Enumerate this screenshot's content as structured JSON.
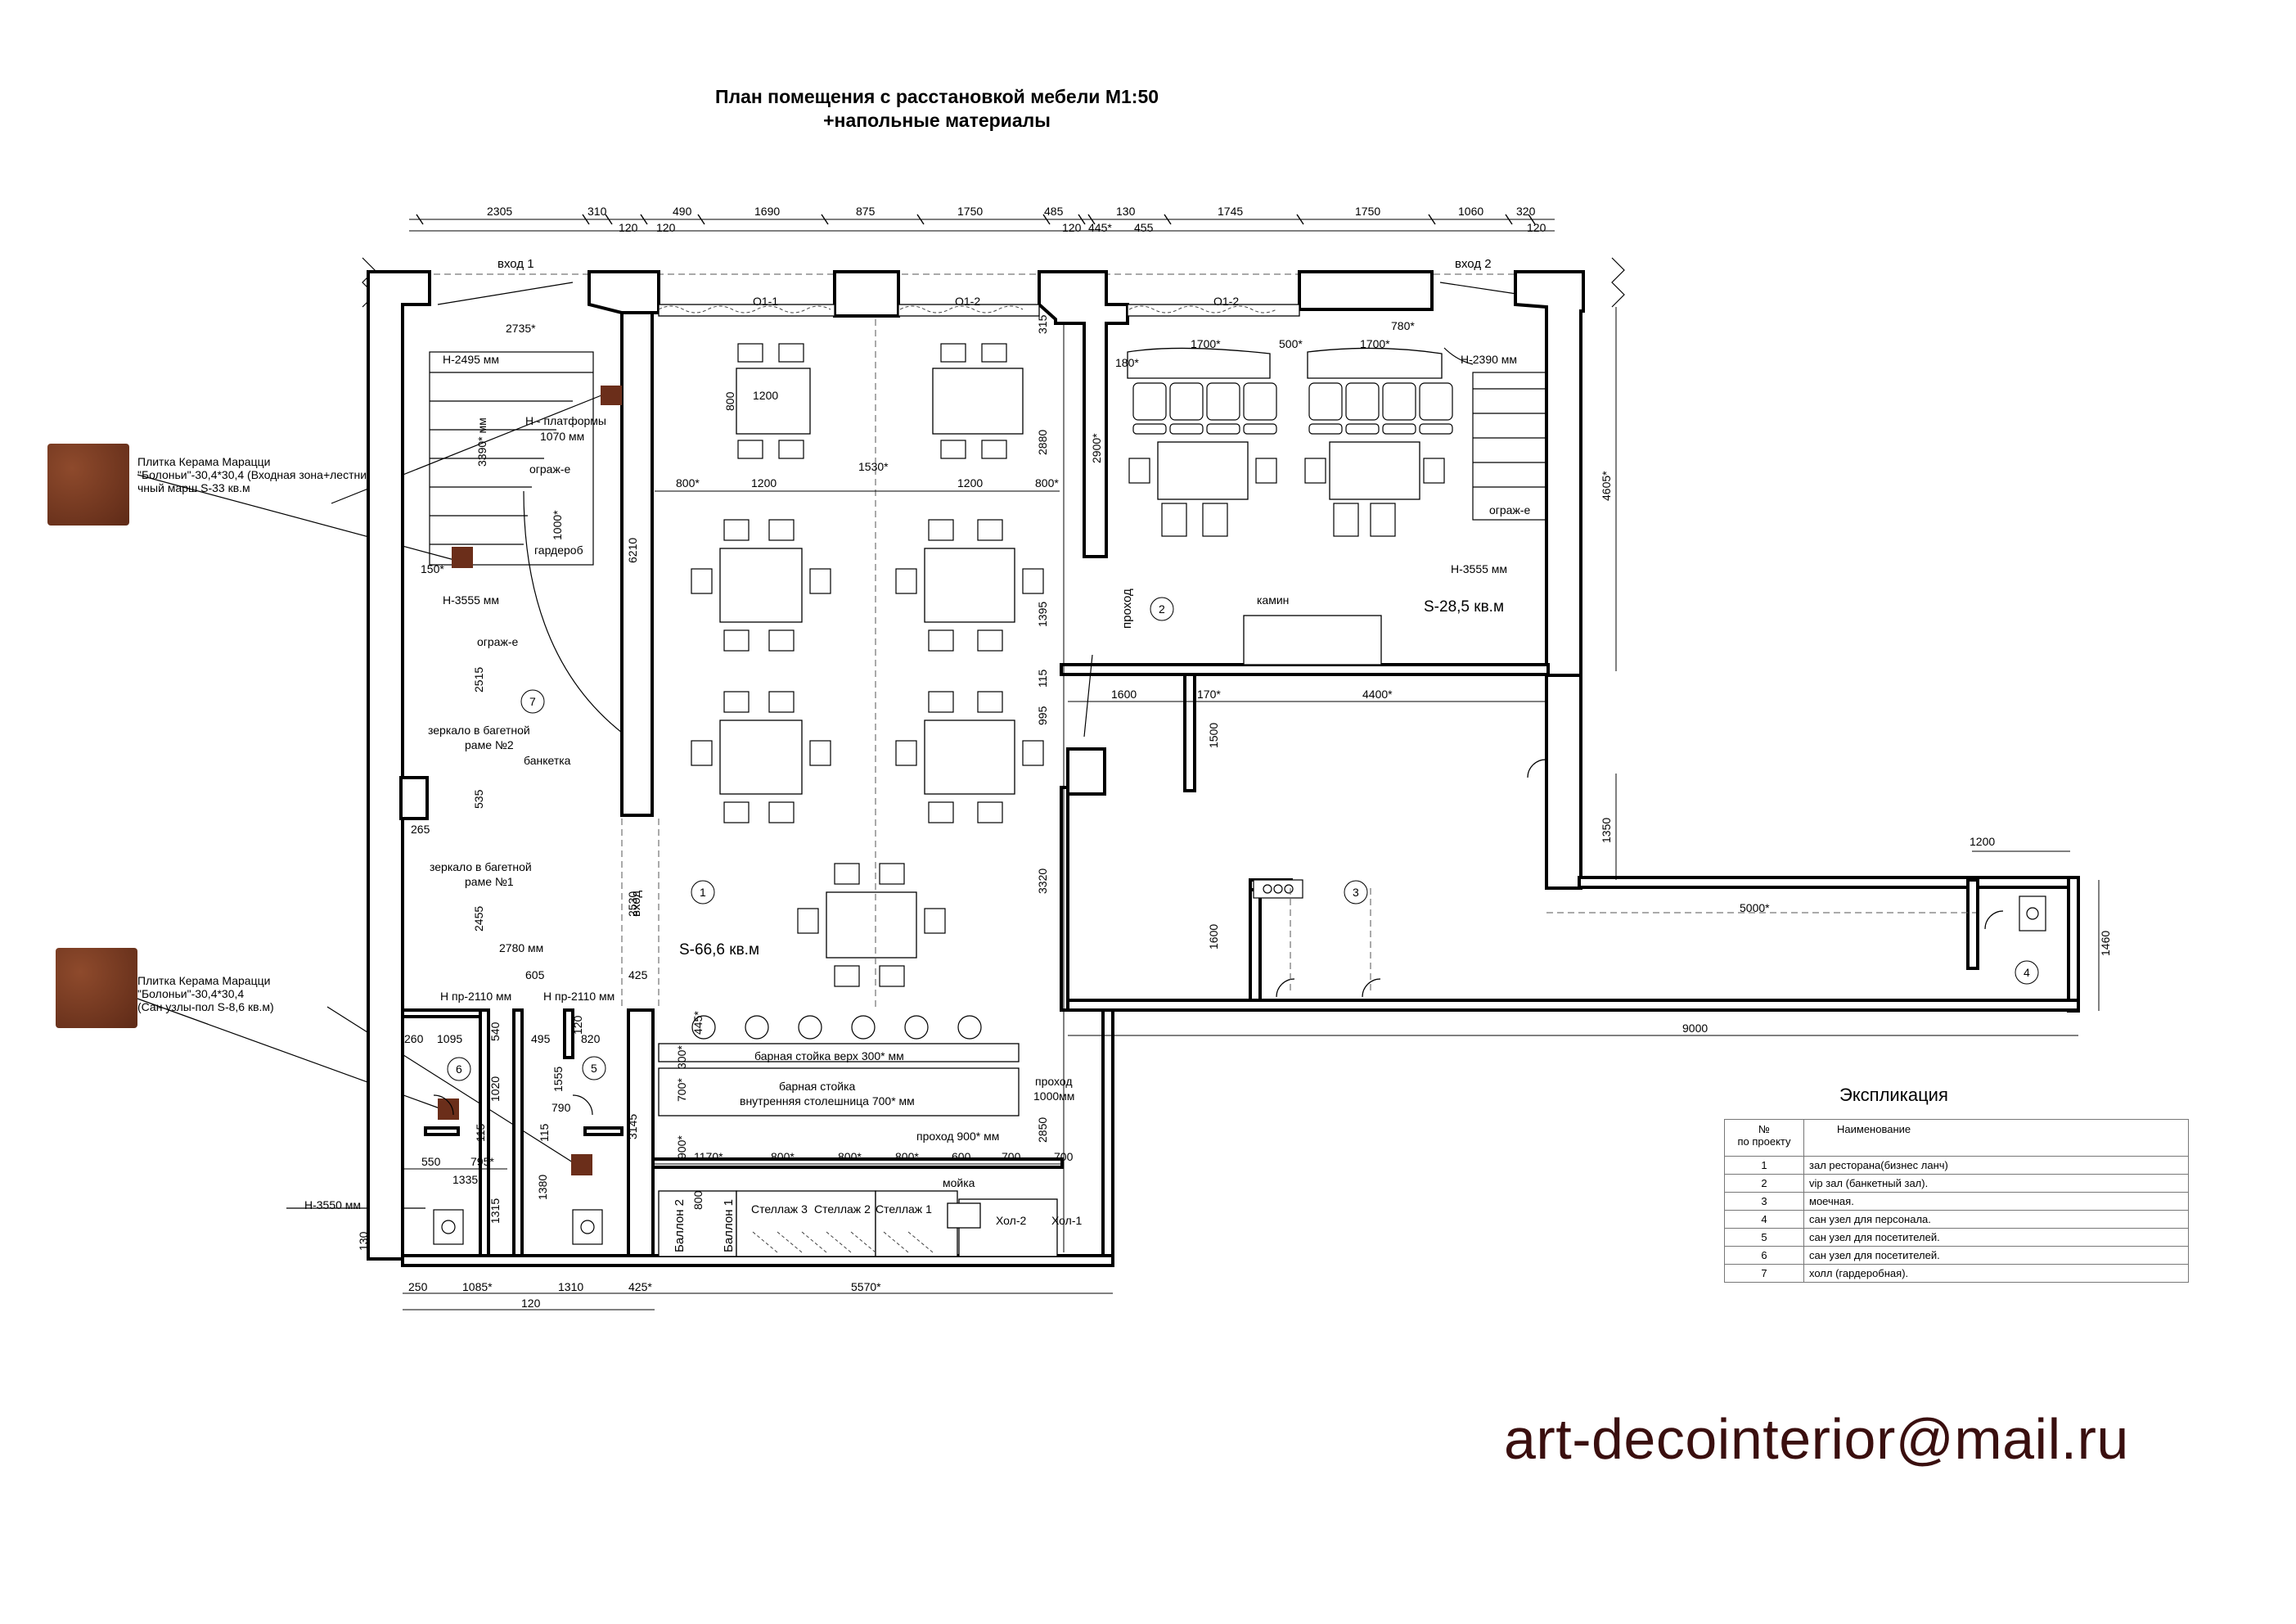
{
  "title": {
    "line1": "План помещения с расстановкой мебели М1:50",
    "line2": "+напольные материалы"
  },
  "tiles": [
    {
      "name": "Плитка Керама Марацци",
      "text": "Плитка Керама Марацци\n\"Болоньи\"-30,4*30,4 (Входная зона+лестни-\nчный марш S-33 кв.м",
      "color": "#7a3a22"
    },
    {
      "name": "Плитка Керама Марацци",
      "text": "Плитка Керама Марацци\n\"Болоньи\"-30,4*30,4\n(Сан узлы-пол S-8,6 кв.м)",
      "color": "#7a3a22"
    }
  ],
  "top_dims_row1": [
    "2305",
    "310",
    "490",
    "1690",
    "875",
    "1750",
    "485",
    "130",
    "1745",
    "1750",
    "1060",
    "320"
  ],
  "top_dims_row2": [
    "120",
    "120",
    "120",
    "445*",
    "455",
    "120"
  ],
  "entrances": [
    "вход 1",
    "вход 2"
  ],
  "windows": [
    "О1-1",
    "О1-2",
    "О1-2"
  ],
  "labels": {
    "h2495": "Н-2495 мм",
    "h_platform": "Н - платформы",
    "h_platform_val": "1070 мм",
    "ograzh1": "ограж-е",
    "ograzh2": "ограж-е",
    "ograzh3": "ограж-е",
    "garderob": "гардероб",
    "h3555a": "Н-3555 мм",
    "h3555b": "Н-3555 мм",
    "h2390": "Н-2390 мм",
    "mirror2a": "зеркало в багетной",
    "mirror2b": "раме №2",
    "banketka": "банкетка",
    "mirror1a": "зеркало в багетной",
    "mirror1b": "раме №1",
    "vhod": "вход",
    "prohod": "проход",
    "kamin": "камин",
    "area1": "S-66,6 кв.м",
    "area2": "S-28,5 кв.м",
    "hpr1": "Н пр-2110 мм",
    "hpr2": "Н пр-2110 мм",
    "bar_top": "барная стойка верх 300* мм",
    "bar_inner1": "барная стойка",
    "bar_inner2": "внутренняя столешница 700* мм",
    "prohod2a": "проход",
    "prohod2b": "1000мм",
    "prohod900": "проход 900* мм",
    "moika": "мойка",
    "ballon2": "Баллон 2",
    "ballon1": "Баллон 1",
    "st3": "Стеллаж 3",
    "st2": "Стеллаж 2",
    "st1": "Стеллаж 1",
    "hol2": "Хол-2",
    "hol1": "Хол-1",
    "h3550": "Н-3550 мм"
  },
  "room_numbers": [
    "1",
    "2",
    "3",
    "4",
    "5",
    "6",
    "7"
  ],
  "dims": {
    "d2735": "2735*",
    "d3390": "3390* мм",
    "d1000": "1000*",
    "d150": "150*",
    "d6210": "6210",
    "d2515": "2515",
    "d535": "535",
    "d265": "265",
    "d2455": "2455",
    "d2530": "2530",
    "d2780": "2780 мм",
    "d605": "605",
    "d425a": "425",
    "d260": "260",
    "d1095": "1095",
    "d540": "540",
    "d495": "495",
    "d820": "820",
    "d120a": "120",
    "d445": "445*",
    "d1020": "1020",
    "d1555": "1555",
    "d790": "790",
    "d115a": "115",
    "d115b": "115",
    "d550": "550",
    "d795": "795*",
    "d1335": "1335",
    "d1315": "1315",
    "d1380": "1380",
    "d3145": "3145",
    "d300": "300*",
    "d700v": "700*",
    "d900v": "900*",
    "d800v": "800",
    "d1170": "1170*",
    "d800a": "800*",
    "d800b": "800*",
    "d800c": "800*",
    "d600": "600",
    "d700a": "700",
    "d700b": "700",
    "d130": "130",
    "d800t": "800",
    "d1200t1": "1200",
    "d800l": "800*",
    "d1200t2": "1200",
    "d1530": "1530*",
    "d1200t3": "1200",
    "d800r": "800*",
    "d315": "315",
    "d2880": "2880",
    "d2900": "2900*",
    "d1395": "1395",
    "d115c": "115",
    "d995": "995",
    "d3320": "3320",
    "d2850": "2850",
    "d780": "780*",
    "d1700a": "1700*",
    "d500": "500*",
    "d1700b": "1700*",
    "d180": "180*",
    "d4605": "4605*",
    "d1600a": "1600",
    "d170": "170*",
    "d4400": "4400*",
    "d1500": "1500",
    "d1350": "1350",
    "d1600b": "1600",
    "d5000": "5000*",
    "d1200r": "1200",
    "d1460": "1460",
    "d9000": "9000",
    "b250": "250",
    "b1085": "1085*",
    "b1310": "1310",
    "b425": "425*",
    "b5570": "5570*",
    "b120": "120"
  },
  "explication": {
    "title": "Экспликация",
    "col1": "№\nпо проекту",
    "col2": "Наименование",
    "rows": [
      {
        "n": "1",
        "name": "зал ресторана(бизнес ланч)"
      },
      {
        "n": "2",
        "name": "vip зал (банкетный зал)."
      },
      {
        "n": "3",
        "name": "моечная."
      },
      {
        "n": "4",
        "name": "сан узел для персонала."
      },
      {
        "n": "5",
        "name": "сан узел для посетителей."
      },
      {
        "n": "6",
        "name": "сан узел для посетителей."
      },
      {
        "n": "7",
        "name": "холл (гардеробная)."
      }
    ]
  },
  "email": "art-decointerior@mail.ru"
}
